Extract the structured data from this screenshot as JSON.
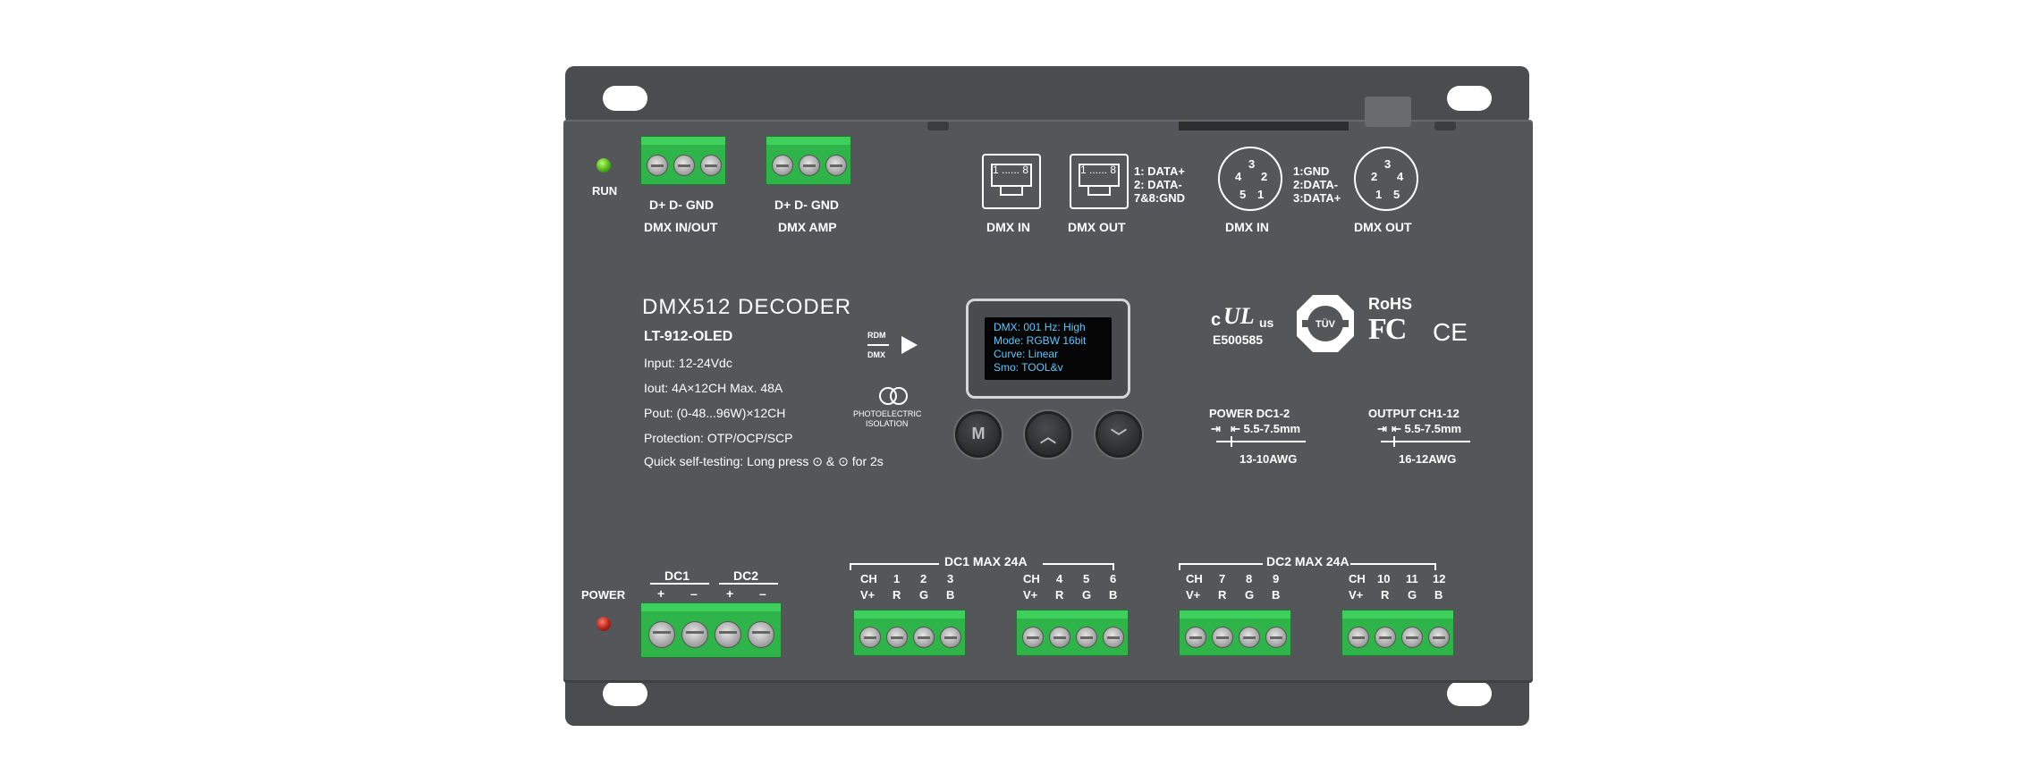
{
  "labels": {
    "run": "RUN",
    "power": "POWER",
    "dmx_in_out_pins": "D+  D-  GND",
    "dmx_in_out": "DMX  IN/OUT",
    "dmx_amp_pins": "D+  D-  GND",
    "dmx_amp": "DMX  AMP",
    "rj45_pins_in": "1 ...... 8",
    "rj45_pins_out": "1 ...... 8",
    "rj45_in": "DMX  IN",
    "rj45_out": "DMX OUT",
    "rj45_legend": [
      "1: DATA+",
      "2: DATA-",
      "7&8:GND"
    ],
    "xlr_in": "DMX  IN",
    "xlr_out": "DMX  OUT",
    "xlr_legend": [
      "1:GND",
      "2:DATA-",
      "3:DATA+"
    ],
    "product_title": "DMX512  DECODER",
    "model": "LT-912-OLED",
    "specs": [
      "Input:  12-24Vdc",
      "Iout:    4A×12CH   Max. 48A",
      "Pout:   (0-48...96W)×12CH",
      "Protection: OTP/OCP/SCP",
      "Quick self-testing: Long press ⊙ & ⊙  for 2s"
    ],
    "rdm": "RDM",
    "dmx_arrow": "DMX",
    "photoelectric": "PHOTOELECTRIC",
    "isolation": "ISOLATION",
    "ul_cert": "E500585",
    "tuv": "TÜV",
    "rohs": "RoHS",
    "fcc": "FC",
    "ce": "CE",
    "power_wire_title": "POWER  DC1-2",
    "power_wire_len": "⇤ 5.5-7.5mm",
    "power_wire_awg": "13-10AWG",
    "output_wire_title": "OUTPUT CH1-12",
    "output_wire_len": "⇤ 5.5-7.5mm",
    "output_wire_awg": "16-12AWG",
    "dc1": "DC1",
    "dc2": "DC2",
    "plus": "+",
    "minus": "–",
    "dc1_max": "DC1  MAX 24A",
    "dc2_max": "DC2 MAX 24A"
  },
  "oled": {
    "lines": [
      "DMX: 001  Hz: High",
      "Mode: RGBW  16bit",
      "Curve: Linear",
      "Smo:          TOOL&v"
    ]
  },
  "buttons": {
    "m": "M",
    "up": "︿",
    "down": "﹀"
  },
  "output_groups": [
    {
      "ch": [
        "CH",
        "1",
        "2",
        "3"
      ],
      "pol": [
        "V+",
        "R",
        "G",
        "B"
      ]
    },
    {
      "ch": [
        "CH",
        "4",
        "5",
        "6"
      ],
      "pol": [
        "V+",
        "R",
        "G",
        "B"
      ]
    },
    {
      "ch": [
        "CH",
        "7",
        "8",
        "9"
      ],
      "pol": [
        "V+",
        "R",
        "G",
        "B"
      ]
    },
    {
      "ch": [
        "CH",
        "10",
        "11",
        "12"
      ],
      "pol": [
        "V+",
        "R",
        "G",
        "B"
      ]
    }
  ],
  "colors": {
    "housing": "#55565a",
    "terminal_green": "#2fb44a",
    "oled_text": "#5ac8ff",
    "run_led": "#4fb51a",
    "power_led": "#b5231a"
  }
}
